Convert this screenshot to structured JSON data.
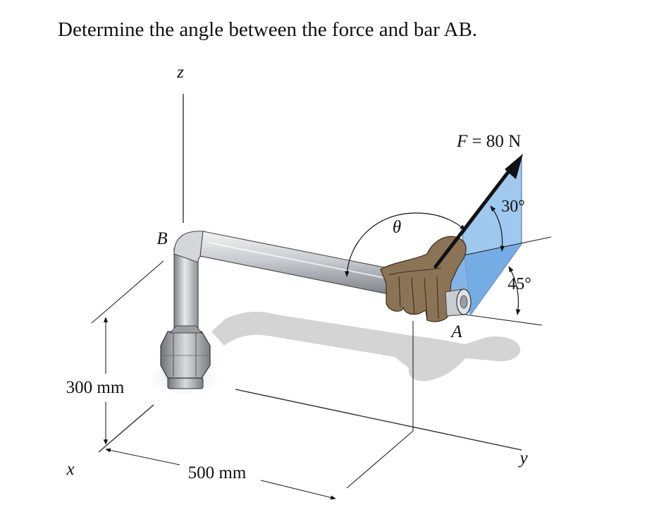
{
  "problem": {
    "text": "Determine the angle between the force and bar AB."
  },
  "figure": {
    "axis_labels": {
      "z": "z",
      "x": "x",
      "y": "y"
    },
    "point_labels": {
      "b": "B",
      "a": "A"
    },
    "force": {
      "symbol": "F",
      "equals": " = 80 N"
    },
    "angles": {
      "theta": "θ",
      "a30": "30°",
      "a45": "45°"
    },
    "dimensions": {
      "height": "300 mm",
      "length": "500 mm"
    },
    "colors": {
      "plane_fill": "#9fc8ee",
      "plane_fill_dark": "#6fa7e2",
      "bar_metal": "#bfc2c6",
      "hand": "#8b7355",
      "shadow": "#d4d4d4"
    }
  }
}
